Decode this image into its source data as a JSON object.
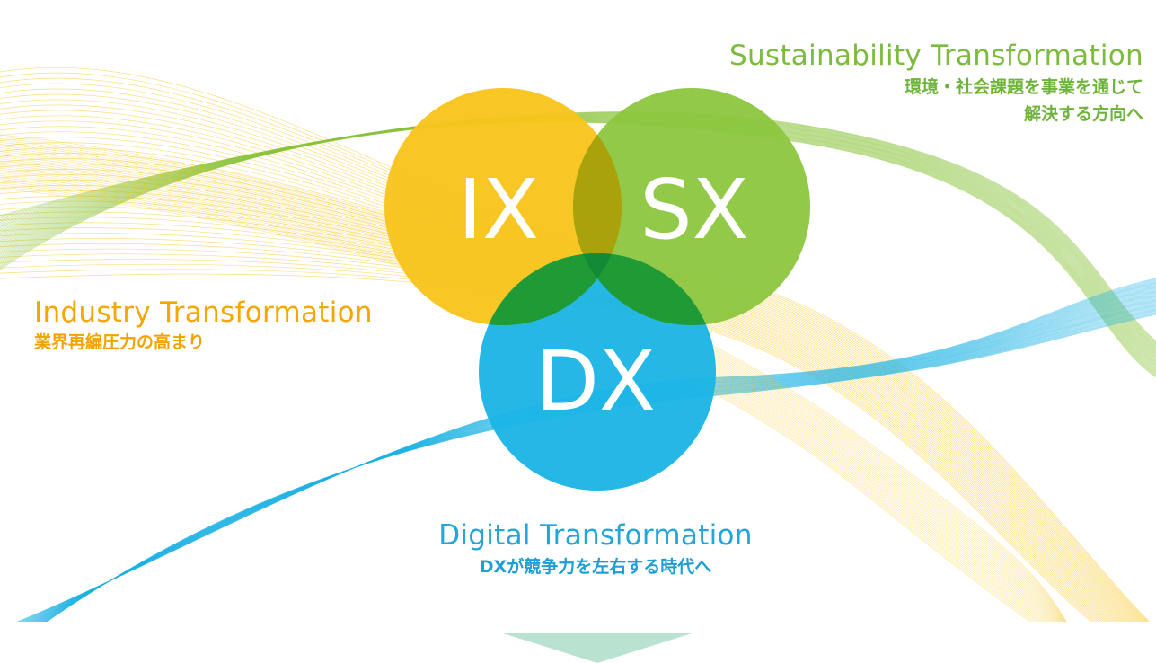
{
  "circles": {
    "ix": {
      "text": "IX",
      "color": "#f8c41a"
    },
    "sx": {
      "text": "SX",
      "color": "#8cc63e"
    },
    "dx": {
      "text": "DX",
      "color": "#19b4e6"
    },
    "overlap_color": "#1f9a34"
  },
  "labels": {
    "sx": {
      "title": "Sustainability Transformation",
      "line1": "環境・社会課題を事業を通じて",
      "line2": "解決する方向へ"
    },
    "ix": {
      "title": "Industry Transformation",
      "line1": "業界再編圧力の高まり"
    },
    "dx": {
      "title": "Digital Transformation",
      "line1": "DXが競争力を左右する時代へ"
    }
  },
  "colors": {
    "yellow_lines": "#f6c21c",
    "green_lines": "#8cc63e",
    "blue_lines": "#1eb4e6",
    "arrow": "#b9e3d0"
  }
}
